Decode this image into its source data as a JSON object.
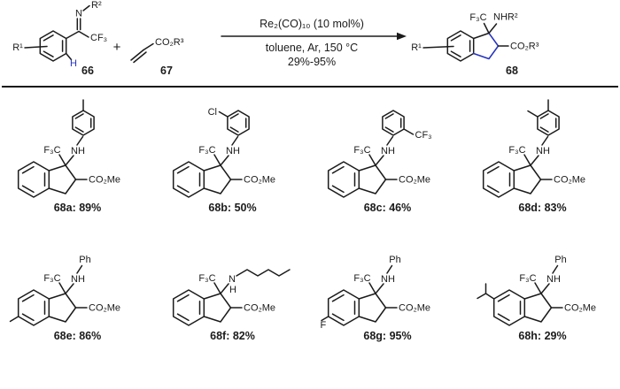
{
  "figure": {
    "type": "chemistry-reaction-scheme",
    "colors": {
      "ink": "#1b1b1b",
      "highlight": "#2533c0"
    }
  },
  "scheme": {
    "reactant66": {
      "r1": "R¹",
      "n": "N",
      "r2": "R²",
      "cf3": "CF₃",
      "h": "H",
      "number": "66"
    },
    "plus": "+",
    "acrylate67": {
      "ester": "CO₂R³",
      "number": "67"
    },
    "conditions": {
      "above_arrow": "Re₂(CO)₁₀ (10 mol%)",
      "below_arrow_1": "toluene, Ar, 150 °C",
      "below_arrow_2": "29%-95%"
    },
    "product68": {
      "f3c": "F₃C",
      "nhr2": "NHR²",
      "r1": "R¹",
      "ester": "CO₂R³",
      "number": "68"
    }
  },
  "products": [
    {
      "id": "68a",
      "yield": "89%",
      "caption": "68a: 89%",
      "f3c": "F₃C",
      "amine": "NH",
      "ester": "CO₂Me",
      "n_group": "4-methylphenyl"
    },
    {
      "id": "68b",
      "yield": "50%",
      "caption": "68b: 50%",
      "f3c": "F₃C",
      "amine": "NH",
      "ester": "CO₂Me",
      "aryl_sub": "Cl",
      "n_group": "3-chlorophenyl"
    },
    {
      "id": "68c",
      "yield": "46%",
      "caption": "68c: 46%",
      "f3c": "F₃C",
      "amine": "NH",
      "ester": "CO₂Me",
      "aryl_sub": "CF₃",
      "n_group": "2-(trifluoromethyl)phenyl"
    },
    {
      "id": "68d",
      "yield": "83%",
      "caption": "68d: 83%",
      "f3c": "F₃C",
      "amine": "NH",
      "ester": "CO₂Me",
      "n_group": "3,4-dimethylphenyl"
    },
    {
      "id": "68e",
      "yield": "86%",
      "caption": "68e: 86%",
      "f3c": "F₃C",
      "amine": "NH",
      "n_sub": "Ph",
      "ester": "CO₂Me",
      "n_group": "phenyl",
      "ring_group": "methyl"
    },
    {
      "id": "68f",
      "yield": "82%",
      "caption": "68f: 82%",
      "f3c": "F₃C",
      "n_atom": "N",
      "h_atom": "H",
      "ester": "CO₂Me",
      "n_group": "pentyl"
    },
    {
      "id": "68g",
      "yield": "95%",
      "caption": "68g: 95%",
      "f3c": "F₃C",
      "amine": "NH",
      "n_sub": "Ph",
      "ring_sub": "F",
      "ester": "CO₂Me",
      "n_group": "phenyl",
      "ring_group": "fluoro"
    },
    {
      "id": "68h",
      "yield": "29%",
      "caption": "68h: 29%",
      "f3c": "F₃C",
      "amine": "NH",
      "n_sub": "Ph",
      "ester": "CO₂Me",
      "n_group": "phenyl",
      "ring_group": "isopropyl"
    }
  ]
}
